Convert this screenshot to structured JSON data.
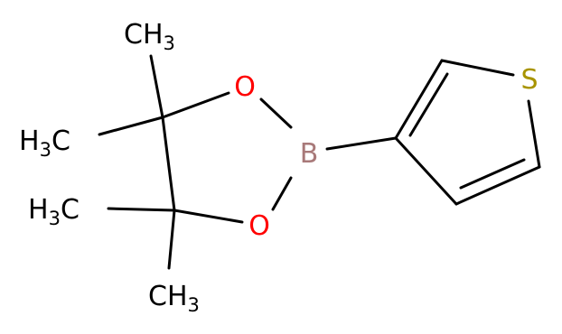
{
  "atoms": {
    "o_top": "O",
    "o_bottom": "O",
    "boron": "B",
    "sulfur": "S",
    "methyl_top": {
      "main": "CH",
      "sub": "3"
    },
    "methyl_upper_left": {
      "pre": "H",
      "sub": "3",
      "post": "C"
    },
    "methyl_lower_left": {
      "pre": "H",
      "sub": "3",
      "post": "C"
    },
    "methyl_bottom": {
      "main": "CH",
      "sub": "3"
    }
  },
  "colors": {
    "bond": "#000000",
    "oxygen": "#ff0000",
    "boron": "#a87979",
    "sulfur": "#a89400",
    "carbon": "#000000"
  }
}
